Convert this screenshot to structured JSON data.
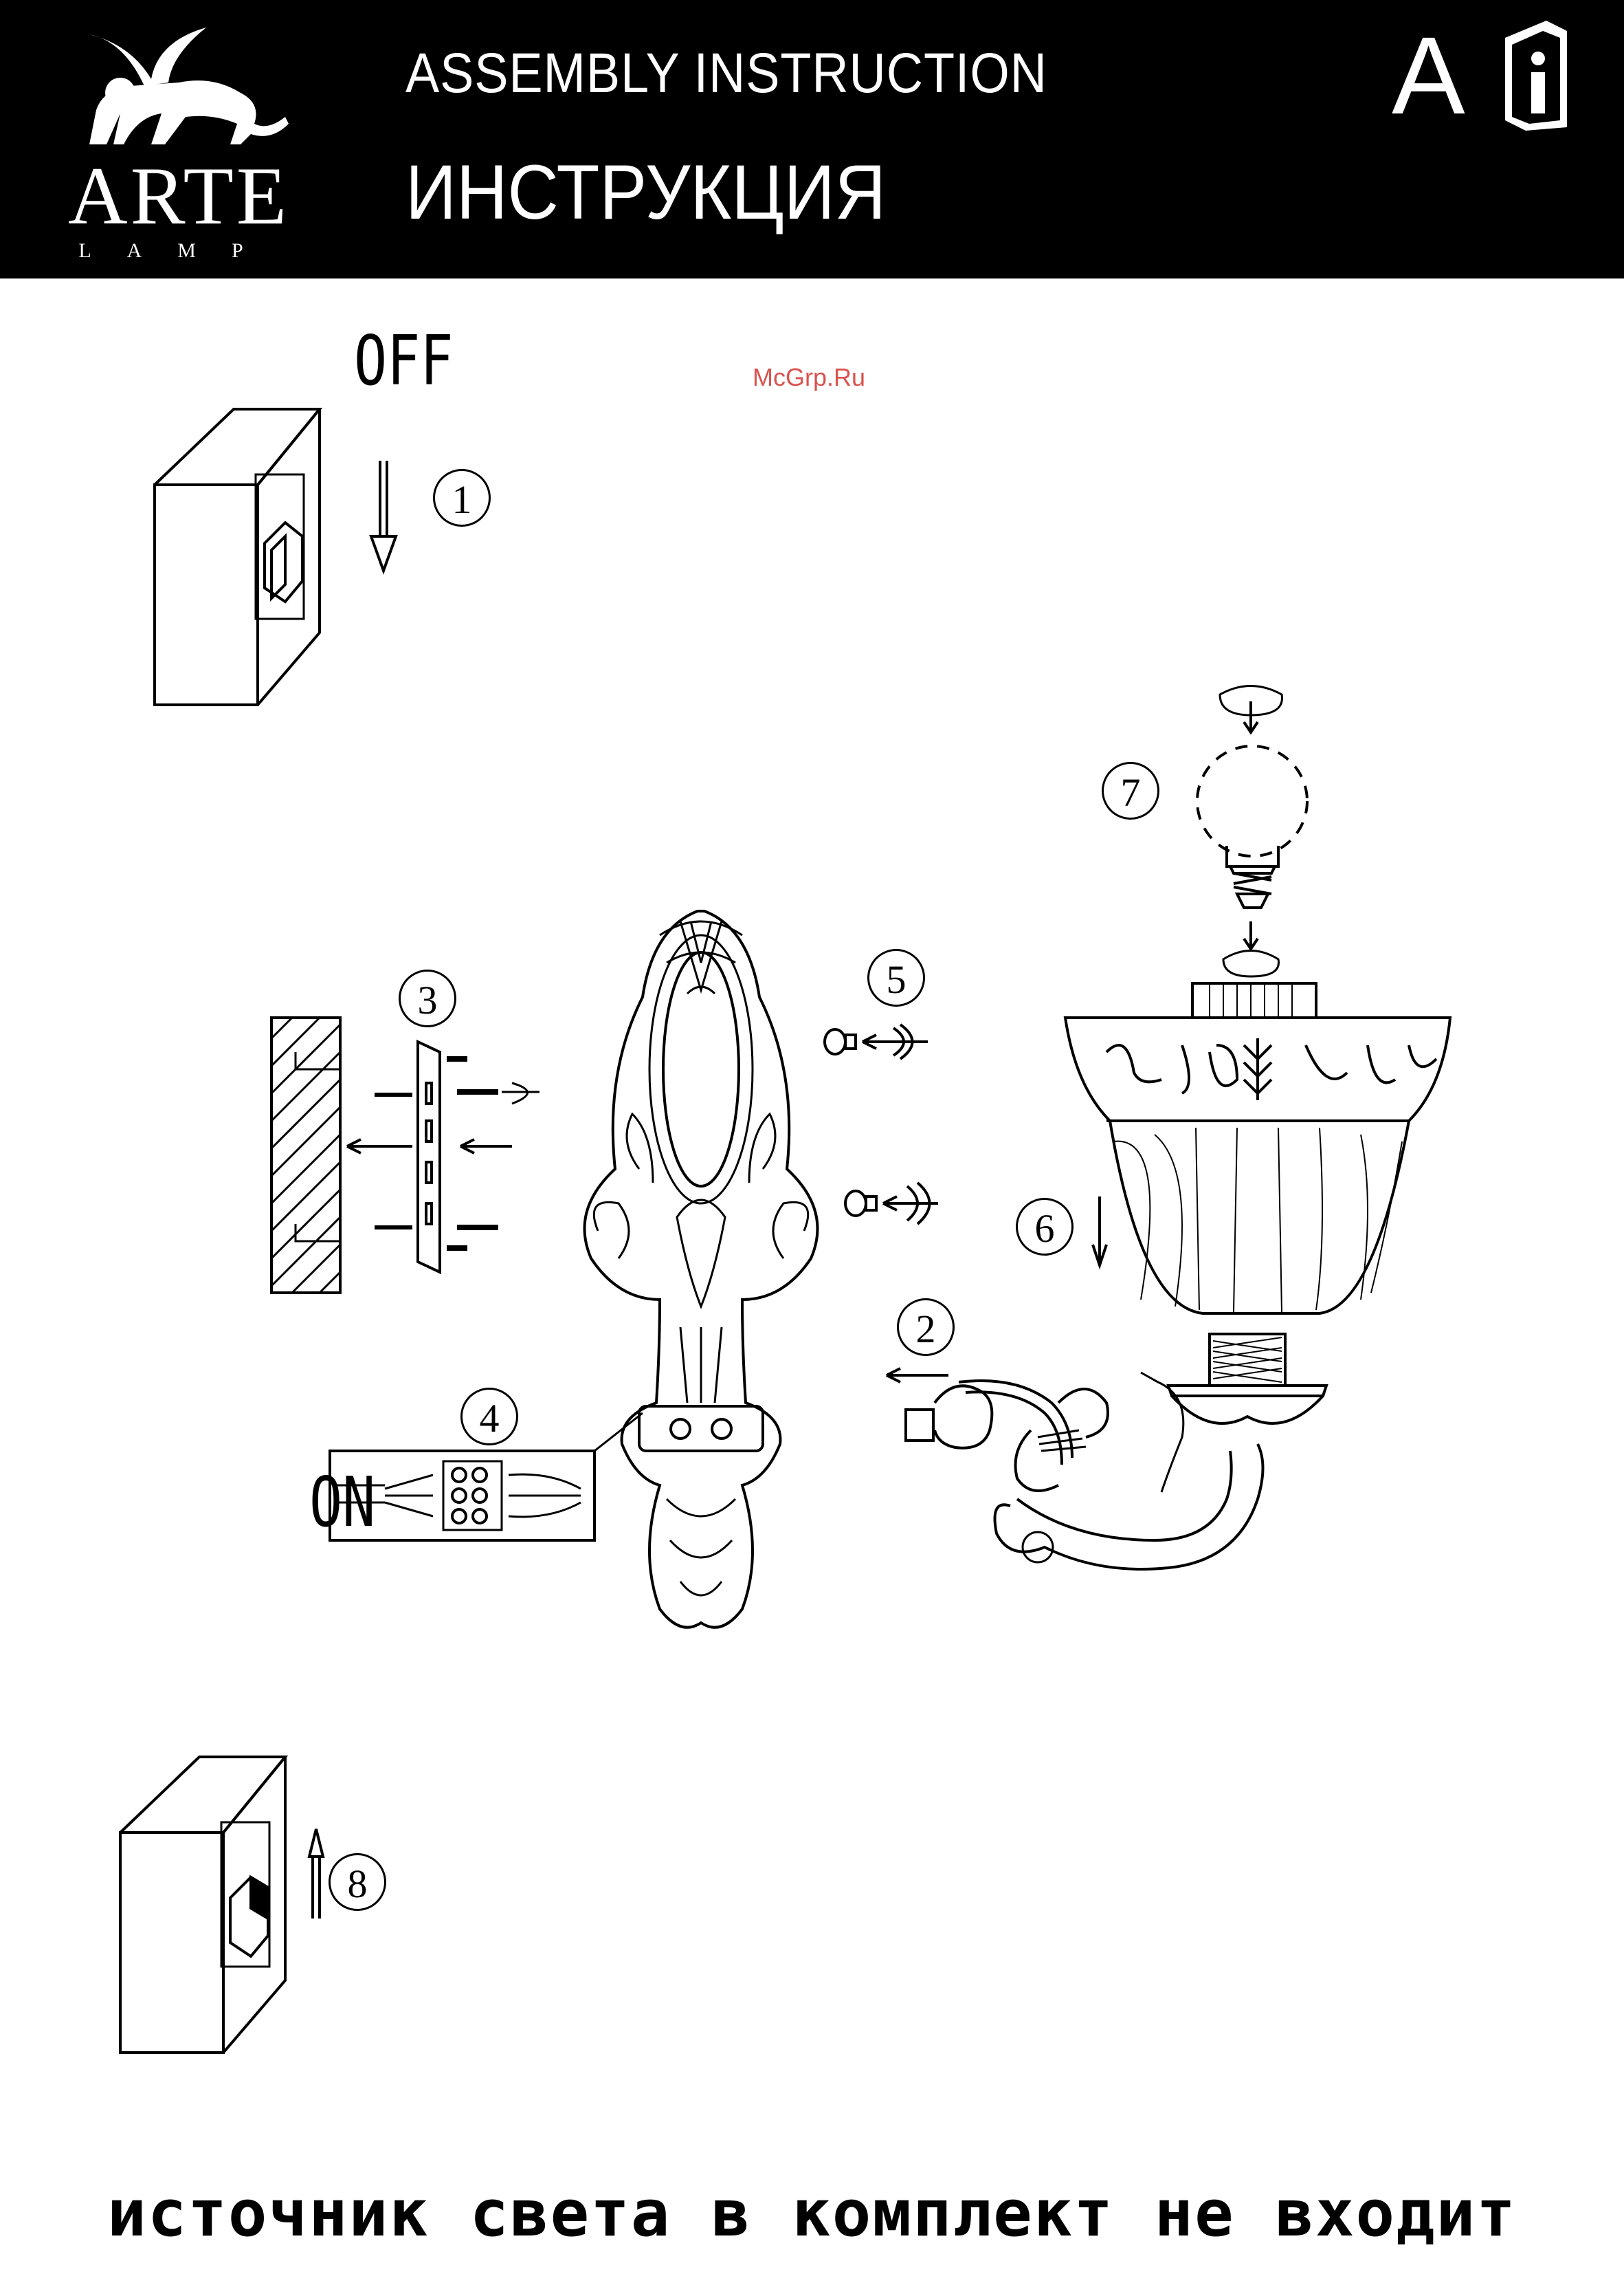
{
  "header": {
    "brand": "ARTE",
    "brand_sub": "LAMP",
    "title_en": "ASSEMBLY INSTRUCTION",
    "title_ru": "ИНСТРУКЦИЯ",
    "language_letter": "A",
    "info_icon": "book-info-icon"
  },
  "steps": {
    "s1": "1",
    "s2": "2",
    "s3": "3",
    "s4": "4",
    "s5": "5",
    "s6": "6",
    "s7": "7",
    "s8": "8"
  },
  "labels": {
    "off": "OFF",
    "on": "ON"
  },
  "watermark": "McGrp.Ru",
  "footer": "источник света в комплект не входит"
}
